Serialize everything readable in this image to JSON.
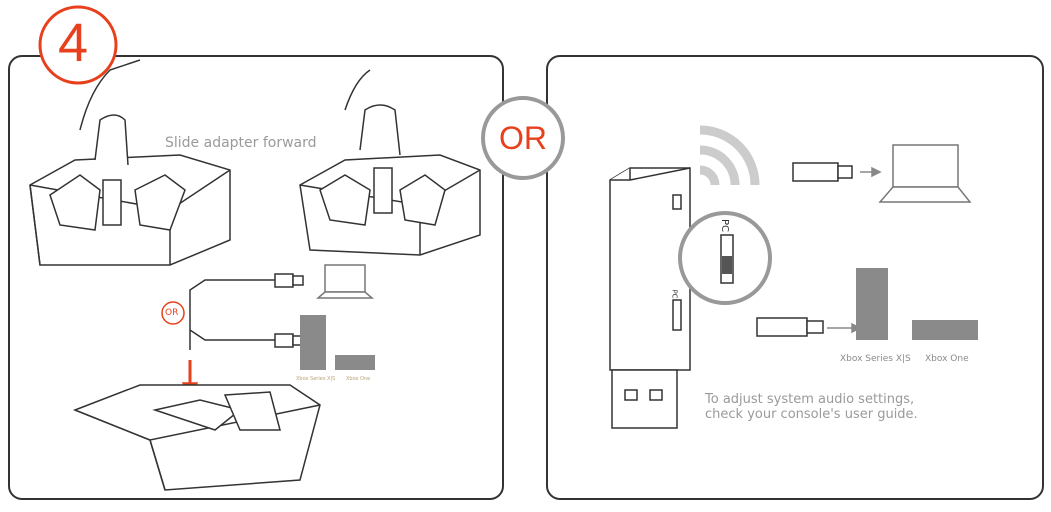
{
  "step": {
    "number": "4"
  },
  "left_panel": {
    "instruction": "Slide adapter forward",
    "or_label": "OR",
    "consoles": [
      "Xbox Series X|S",
      "Xbox One"
    ]
  },
  "divider": {
    "or_label": "OR"
  },
  "right_panel": {
    "switch_label": "PC",
    "consoles": [
      "Xbox Series X|S",
      "Xbox One"
    ],
    "note_line1": "To adjust system audio settings,",
    "note_line2": "check your console's user guide."
  },
  "colors": {
    "accent": "#e8401c",
    "line": "#333333",
    "gray": "#9a9a9a",
    "console": "#8a8a8a"
  }
}
